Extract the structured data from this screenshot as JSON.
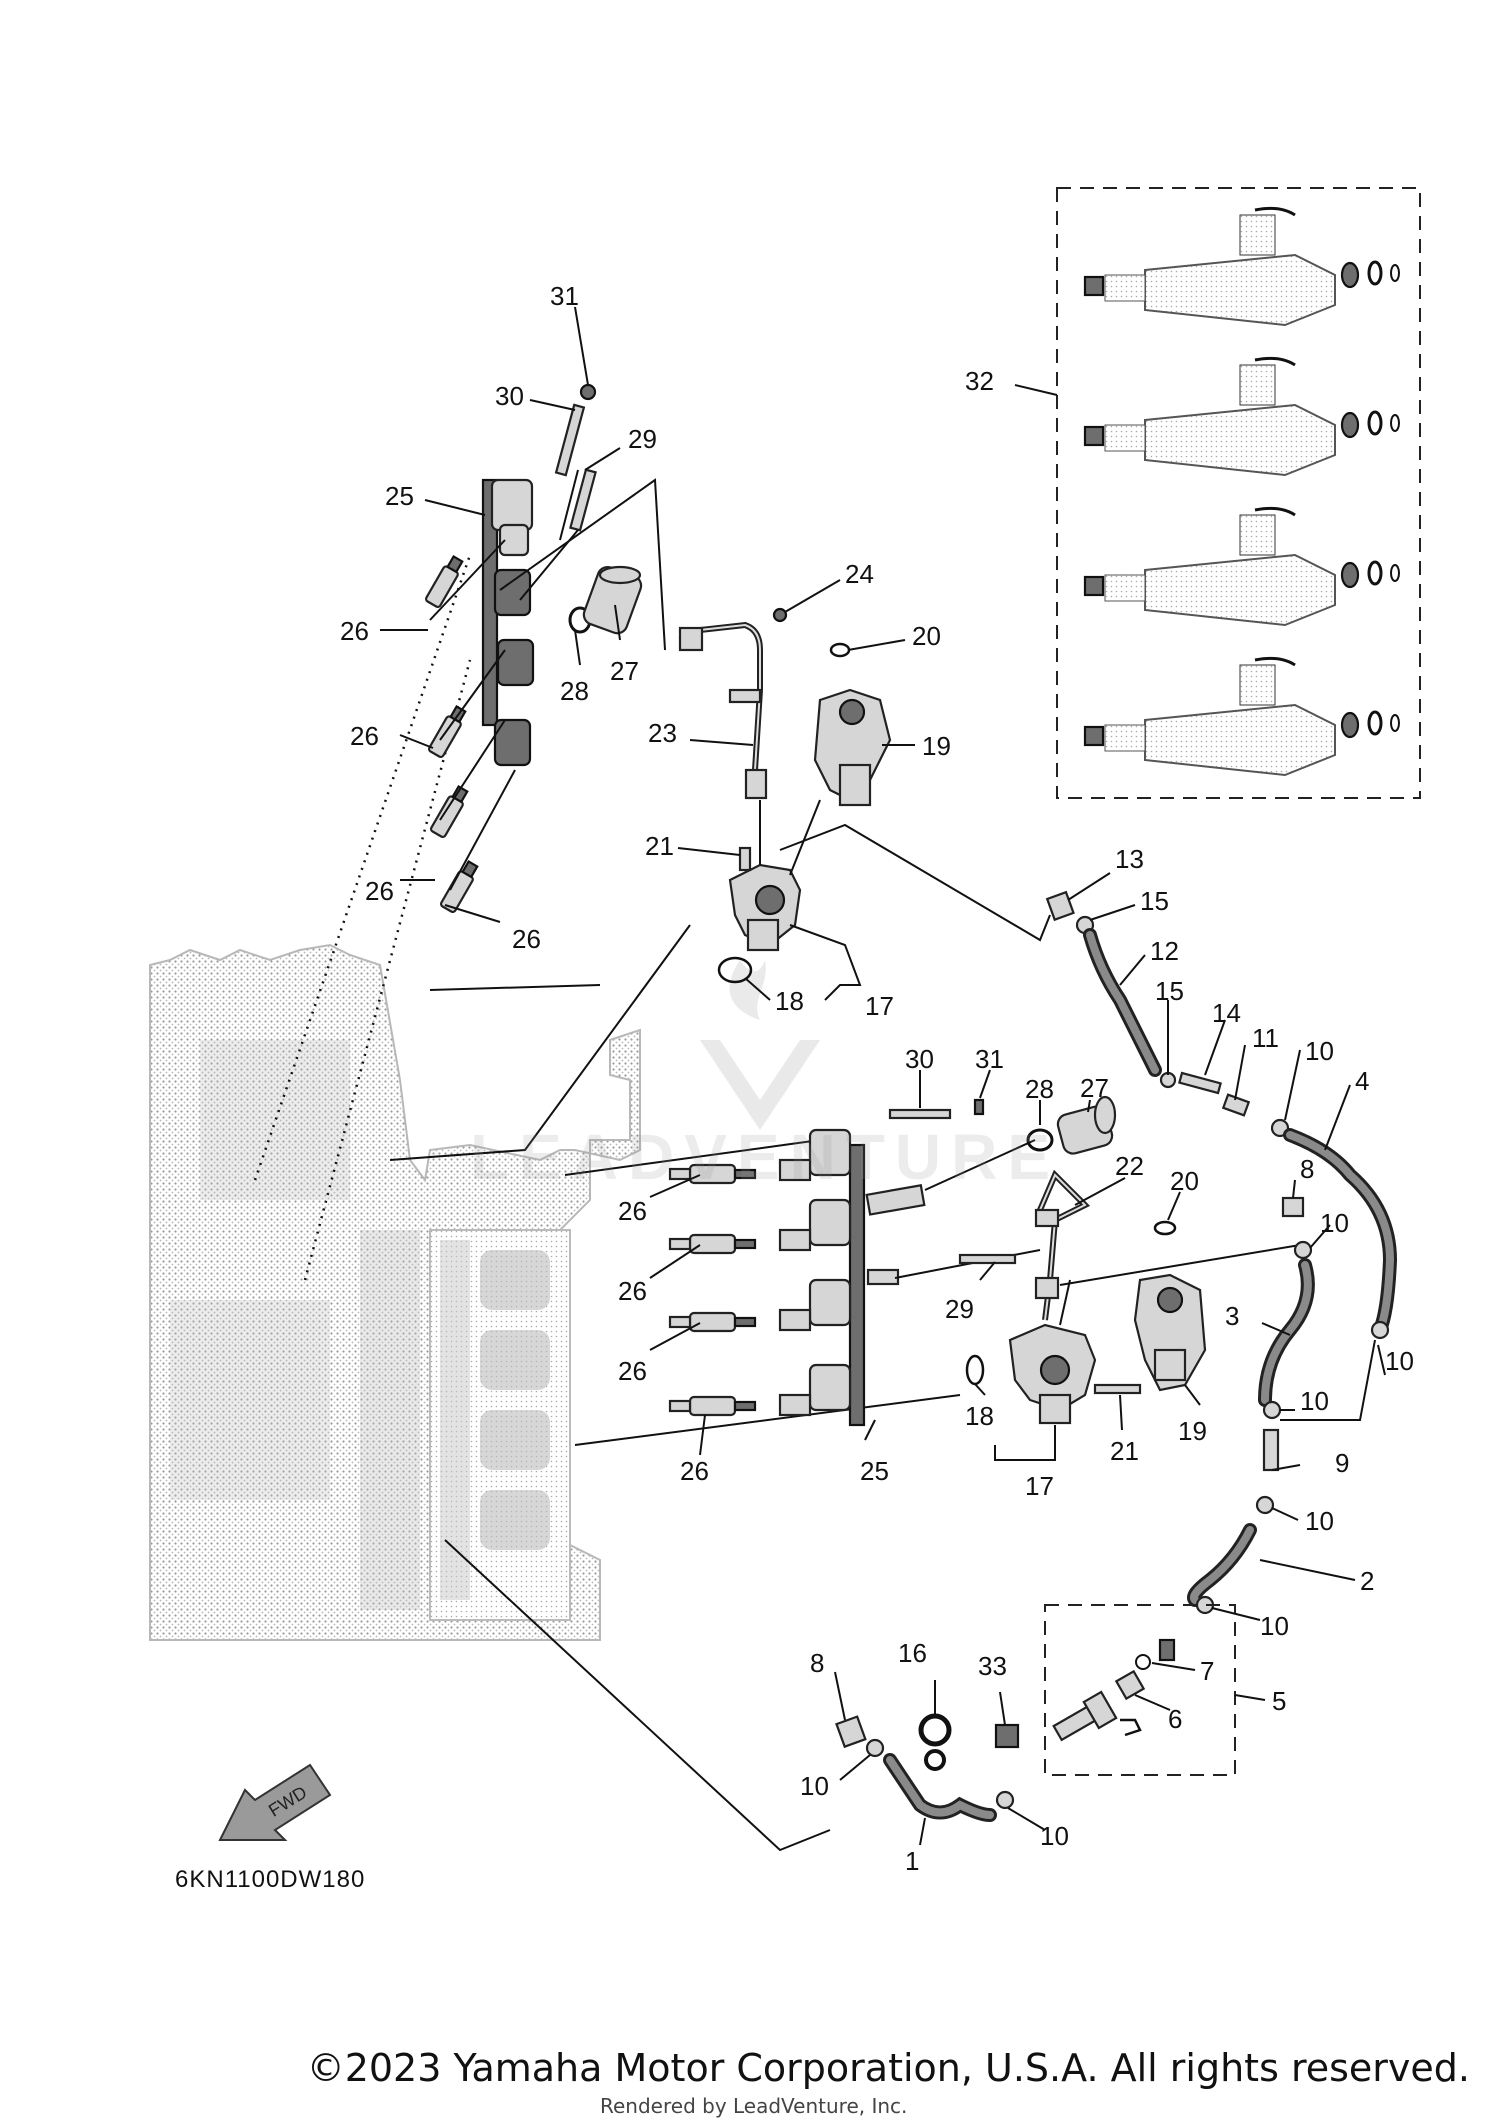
{
  "diagram_code": "6KN1100DW180",
  "fwd_label": "FWD",
  "watermark_text": "LEADVENTURE",
  "copyright": "©2023 Yamaha Motor Corporation, U.S.A. All rights reserved.",
  "render_credit": "Rendered by LeadVenture, Inc.",
  "callouts": [
    "31",
    "30",
    "29",
    "25",
    "26",
    "28",
    "27",
    "26",
    "26",
    "26",
    "24",
    "23",
    "20",
    "19",
    "21",
    "18",
    "17",
    "13",
    "15",
    "12",
    "15",
    "14",
    "11",
    "10",
    "4",
    "30",
    "31",
    "27",
    "28",
    "22",
    "20",
    "8",
    "10",
    "26",
    "26",
    "26",
    "26",
    "29",
    "3",
    "10",
    "18",
    "21",
    "19",
    "17",
    "10",
    "9",
    "10",
    "25",
    "2",
    "10",
    "5",
    "7",
    "6",
    "8",
    "16",
    "33",
    "10",
    "10",
    "1",
    "32"
  ],
  "colors": {
    "line": "#111111",
    "part_fill": "#d6d6d6",
    "part_dark": "#6e6e6e",
    "engine_dots": "#9a9a9a"
  }
}
